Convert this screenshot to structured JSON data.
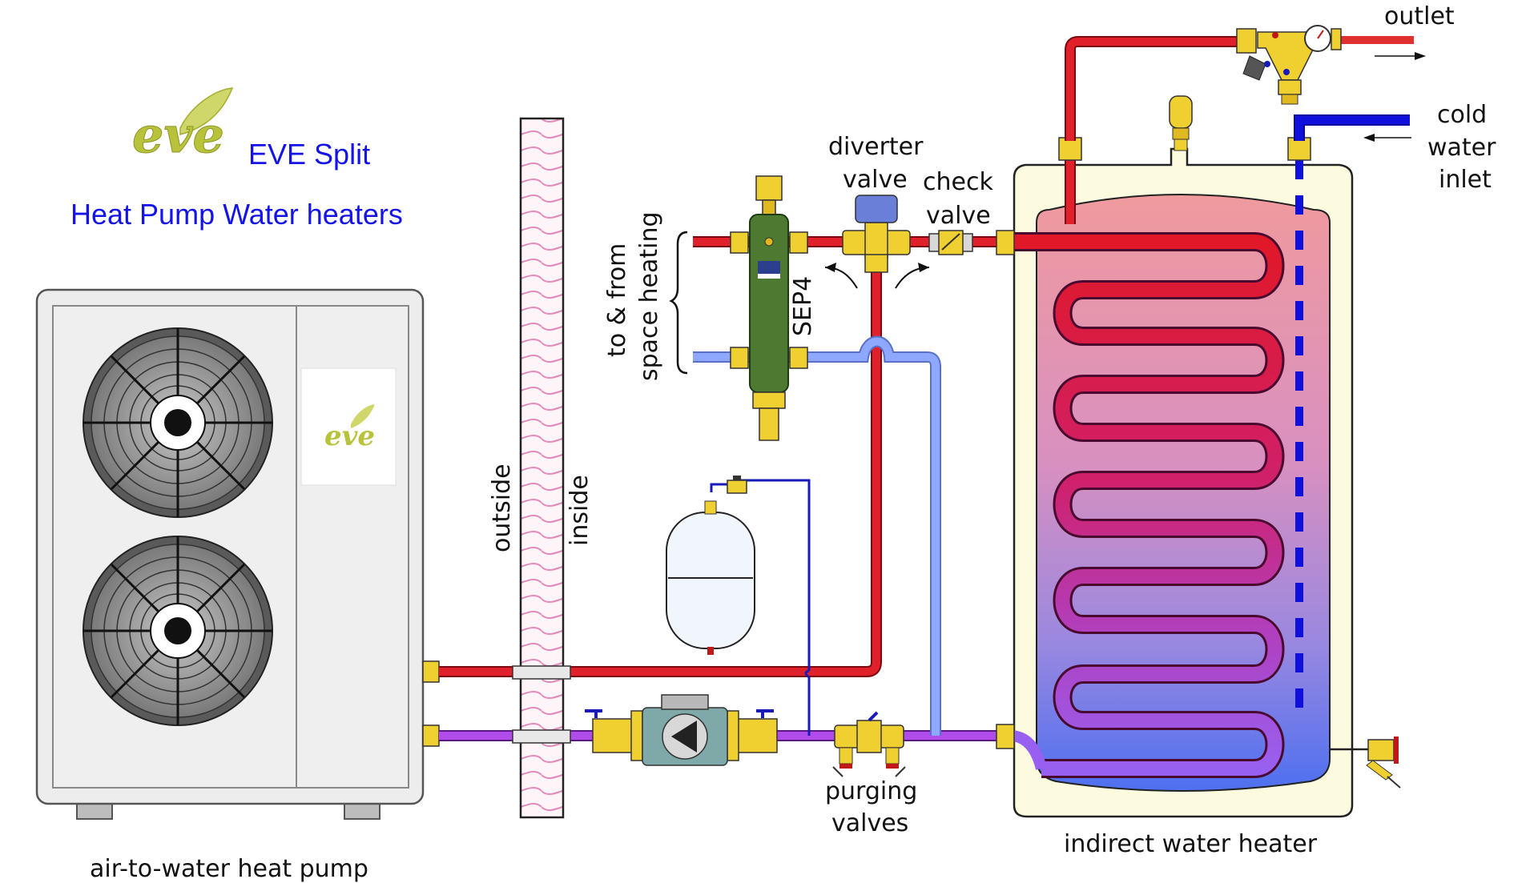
{
  "brand": {
    "logo_text": "eve",
    "title": "EVE Split",
    "subtitle": "Heat Pump Water heaters",
    "title_color": "#1414e8",
    "logo_color": "#b8c23a"
  },
  "labels": {
    "heat_pump": "air-to-water heat pump",
    "outside": "outside",
    "inside": "inside",
    "space_heating_line1": "to & from",
    "space_heating_line2": "space heating",
    "sep4": "SEP4",
    "diverter_line1": "diverter",
    "diverter_line2": "valve",
    "check_line1": "check",
    "check_line2": "valve",
    "outlet": "outlet",
    "cold_line1": "cold",
    "cold_line2": "water",
    "cold_line3": "inlet",
    "purging_line1": "purging",
    "purging_line2": "valves",
    "tank": "indirect water heater"
  },
  "colors": {
    "hot_pipe": "#e0202a",
    "return_pipe": "#8ea8ff",
    "purple_pipe": "#b04dea",
    "cold_pipe": "#1010dd",
    "brass": "#f0d030",
    "tank_shell": "#fdfbdf"
  }
}
